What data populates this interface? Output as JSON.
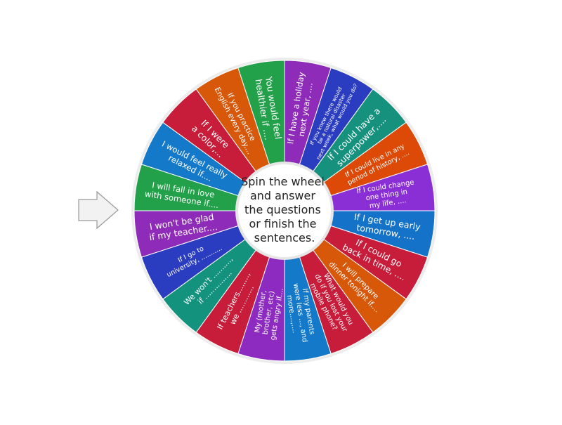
{
  "wheel": {
    "center_prompt": [
      "Spin the wheel",
      "and answer",
      "the questions",
      "or finish the",
      "sentences."
    ],
    "segments": [
      {
        "lines": [
          "If I have a holiday",
          "next year, ...."
        ],
        "color": "#8e2bb8"
      },
      {
        "lines": [
          "If you knew there would",
          "be a natural disaster",
          "next week, what would you do?"
        ],
        "color": "#2a3cc0"
      },
      {
        "lines": [
          "If I could have a",
          "superpower,...."
        ],
        "color": "#15917d"
      },
      {
        "lines": [
          "If I could live in any",
          "period of history, ...."
        ],
        "color": "#dd4a08"
      },
      {
        "lines": [
          "If I could change",
          "one thing in",
          "my life, ...."
        ],
        "color": "#8a2fd6"
      },
      {
        "lines": [
          "If I get up early",
          "tomorrow, ...."
        ],
        "color": "#1472c9"
      },
      {
        "lines": [
          "If I could go",
          "back in time, ...."
        ],
        "color": "#c81d3a"
      },
      {
        "lines": [
          "I will prepare",
          "dinner tonight if...."
        ],
        "color": "#d8580a"
      },
      {
        "lines": [
          "What would you",
          "do if you lost your",
          "mobile phone?"
        ],
        "color": "#c81d3a"
      },
      {
        "lines": [
          "If my parents",
          "were less ..., and",
          "more....,...."
        ],
        "color": "#1479c9"
      },
      {
        "lines": [
          "My (mother,",
          "brother, etc)",
          "gets angry if...."
        ],
        "color": "#8d2bc0"
      },
      {
        "lines": [
          "If teachers........,",
          "we ............"
        ],
        "color": "#c81d3a"
      },
      {
        "lines": [
          "We won't ..........,",
          "if ..............."
        ],
        "color": "#13937e"
      },
      {
        "lines": [
          "If I go to",
          "university, ..........."
        ],
        "color": "#2a3cc0"
      },
      {
        "lines": [
          "I won't be glad",
          "if my teacher...."
        ],
        "color": "#8e2bb8"
      },
      {
        "lines": [
          "I will fall in love",
          "with someone if...."
        ],
        "color": "#23a04a"
      },
      {
        "lines": [
          "I would feel really",
          "relaxed if...."
        ],
        "color": "#1479c9"
      },
      {
        "lines": [
          "If I were",
          "a color,..."
        ],
        "color": "#c81d3a"
      },
      {
        "lines": [
          "If you practice",
          "English every day...."
        ],
        "color": "#d8580a"
      },
      {
        "lines": [
          "You would feel",
          "healthier if ...."
        ],
        "color": "#23a04a"
      }
    ]
  },
  "colors": {
    "rim": "#ececec",
    "hub": "#ffffff",
    "pointer_fill": "#f2f2f2",
    "pointer_stroke": "#999999",
    "segment_text": "#ffffff"
  },
  "icons": {
    "pointer": "arrow-right-icon"
  }
}
